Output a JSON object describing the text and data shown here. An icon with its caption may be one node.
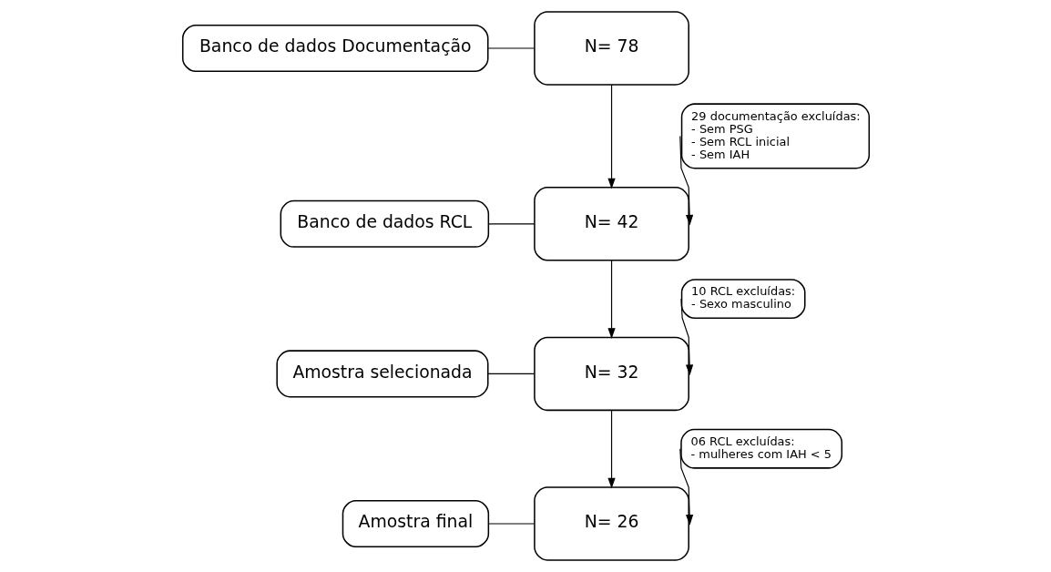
{
  "diagram": {
    "nodes": [
      {
        "text": [
          "Banco de dados Documentação"
        ]
      },
      {
        "text": [
          "N= 78"
        ]
      },
      {
        "text": [
          "29 documentação excluídas:",
          "- Sem PSG",
          "- Sem RCL inicial",
          "- Sem IAH"
        ]
      },
      {
        "text": [
          "Banco de dados RCL"
        ]
      },
      {
        "text": [
          "N= 42"
        ]
      },
      {
        "text": [
          "10 RCL excluídas:",
          "- Sexo masculino"
        ]
      },
      {
        "text": [
          "Amostra selecionada"
        ]
      },
      {
        "text": [
          "N= 32"
        ]
      },
      {
        "text": [
          "06 RCL excluídas:",
          "- mulheres com IAH < 5"
        ]
      },
      {
        "text": [
          "Amostra final"
        ]
      },
      {
        "text": [
          "N= 26"
        ]
      }
    ],
    "edges": [
      {
        "from": 0,
        "to": 1,
        "arrow": "none"
      },
      {
        "from": 1,
        "to": 4,
        "arrow": "to"
      },
      {
        "from": 2,
        "to": 4,
        "arrow": "to"
      },
      {
        "from": 3,
        "to": 4,
        "arrow": "none"
      },
      {
        "from": 4,
        "to": 7,
        "arrow": "to"
      },
      {
        "from": 5,
        "to": 7,
        "arrow": "to"
      },
      {
        "from": 6,
        "to": 7,
        "arrow": "none"
      },
      {
        "from": 7,
        "to": 10,
        "arrow": "to"
      },
      {
        "from": 8,
        "to": 10,
        "arrow": "to"
      },
      {
        "from": 9,
        "to": 10,
        "arrow": "none"
      }
    ]
  }
}
